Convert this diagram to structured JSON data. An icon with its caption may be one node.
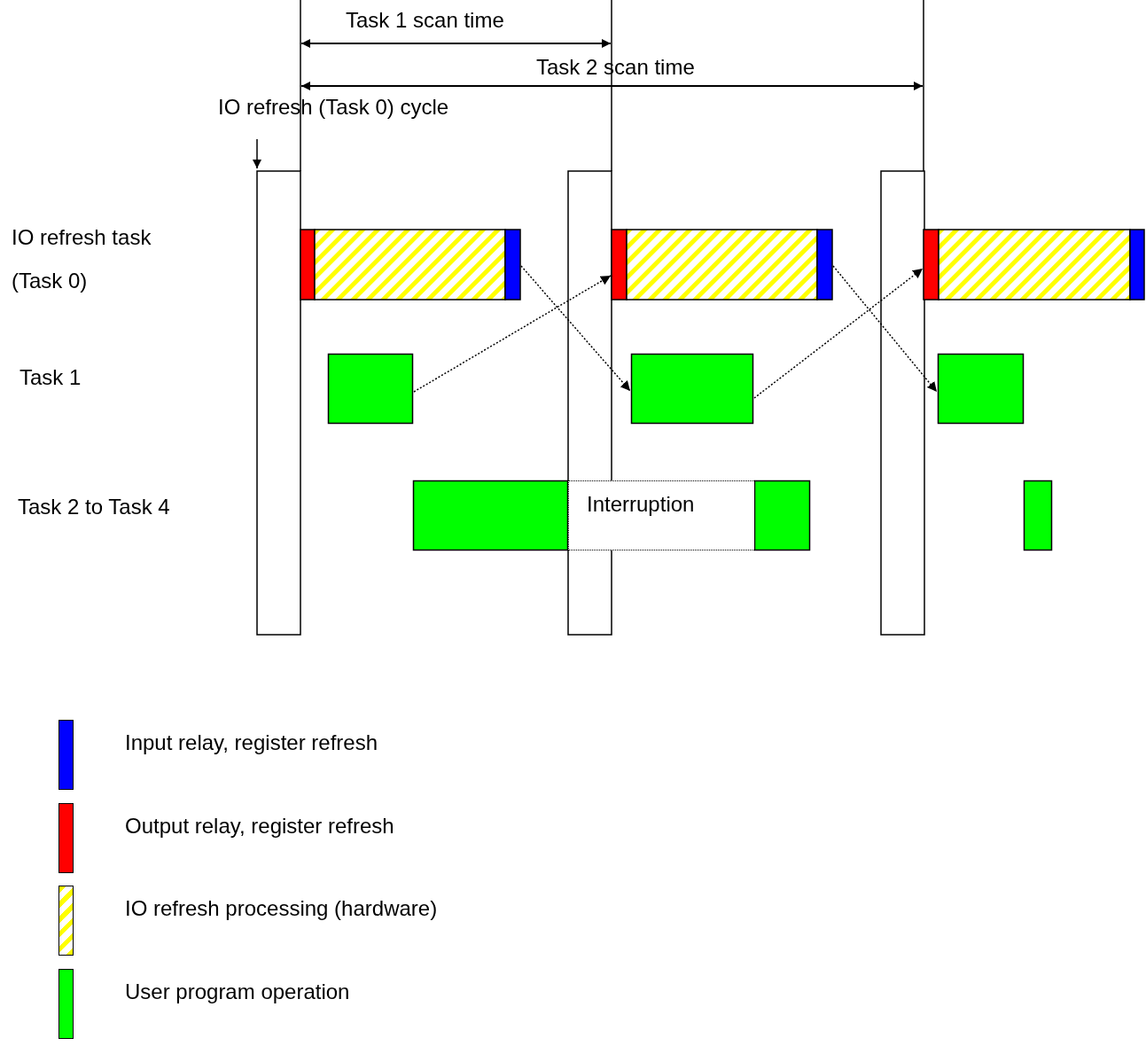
{
  "diagram": {
    "nodes": [
      {
        "text": [],
        "shape": "bar"
      },
      {
        "text": [],
        "shape": "bar"
      },
      {
        "text": [],
        "shape": "bar"
      },
      {
        "text": [],
        "shape": "bar"
      },
      {
        "text": [],
        "shape": "bar"
      },
      {
        "text": [],
        "shape": "bar"
      },
      {
        "text": [],
        "shape": "bar"
      },
      {
        "text": [],
        "shape": "bar"
      },
      {
        "text": [],
        "shape": "bar"
      },
      {
        "text": [],
        "shape": "box"
      },
      {
        "text": [],
        "shape": "box"
      },
      {
        "text": [],
        "shape": "box"
      },
      {
        "text": [],
        "shape": "box"
      },
      {
        "text": [
          "Interruption"
        ]
      },
      {
        "text": [],
        "shape": "box"
      },
      {
        "text": [],
        "shape": "box"
      }
    ],
    "edges": [
      {
        "from": 2,
        "to": 10,
        "arrow": "to"
      },
      {
        "from": 9,
        "to": 3,
        "arrow": "to"
      },
      {
        "from": 5,
        "to": 11,
        "arrow": "to"
      },
      {
        "from": 10,
        "to": 6,
        "arrow": "to"
      }
    ],
    "labels": [
      "Task 1 scan time",
      "Task 2 scan time",
      "IO refresh (Task 0) cycle",
      "IO refresh task",
      "(Task 0)",
      "Task 1",
      "Task 2 to Task 4"
    ],
    "legend": [
      {
        "text": "Input relay, register refresh",
        "color": "#0000ff"
      },
      {
        "text": "Output relay, register refresh",
        "color": "#ff0000"
      },
      {
        "text": "IO refresh processing (hardware)"
      },
      {
        "text": "User program operation",
        "color": "#00ff00"
      }
    ]
  }
}
